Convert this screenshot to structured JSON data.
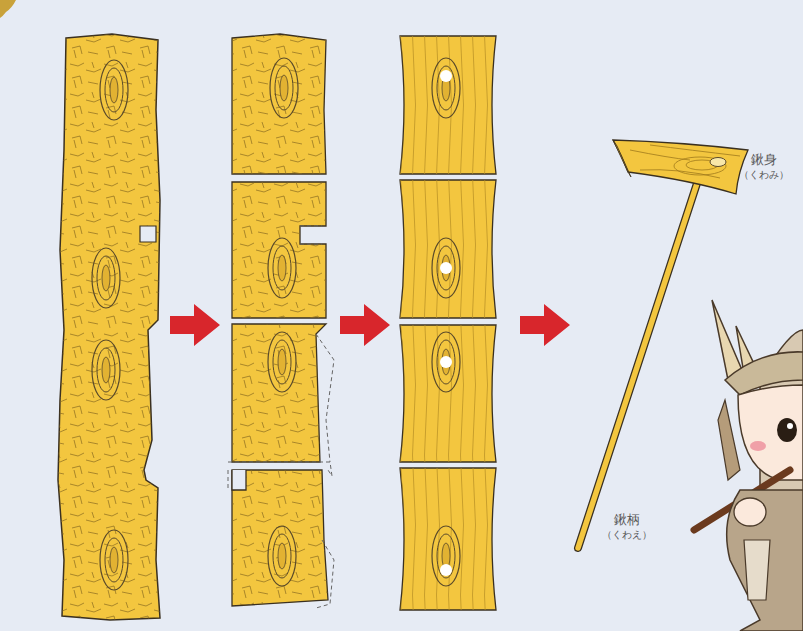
{
  "diagram": {
    "labels": [
      "鍬身",
      "（くわみ）",
      "鍬柄",
      "（くわえ）"
    ]
  }
}
